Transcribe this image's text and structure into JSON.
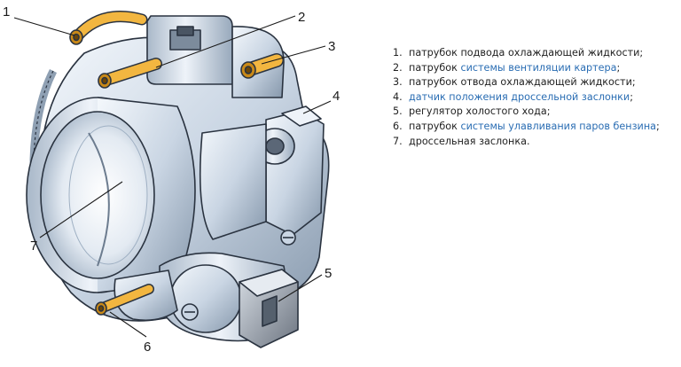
{
  "callouts": [
    "1",
    "2",
    "3",
    "4",
    "5",
    "6",
    "7"
  ],
  "legend": [
    {
      "index": "1.",
      "text": "патрубок подвода охлаждающей жидкости;"
    },
    {
      "index": "2.",
      "pre": "патрубок ",
      "link": "системы вентиляции картера",
      "post": ";"
    },
    {
      "index": "3.",
      "text": "патрубок отвода охлаждающей жидкости;"
    },
    {
      "index": "4.",
      "link": "датчик положения дроссельной заслонки",
      "post": ";"
    },
    {
      "index": "5.",
      "text": "регулятор холостого хода;"
    },
    {
      "index": "6.",
      "pre": "патрубок ",
      "link": "системы улавливания паров бензина",
      "post": ";"
    },
    {
      "index": "7.",
      "text": "дроссельная заслонка."
    }
  ],
  "colors": {
    "metal_light": "#eef3f9",
    "metal_mid": "#c3d0de",
    "metal_dark": "#7e8fa3",
    "outline": "#2a3340",
    "hose": "#f2b640",
    "link": "#2a6db3"
  }
}
